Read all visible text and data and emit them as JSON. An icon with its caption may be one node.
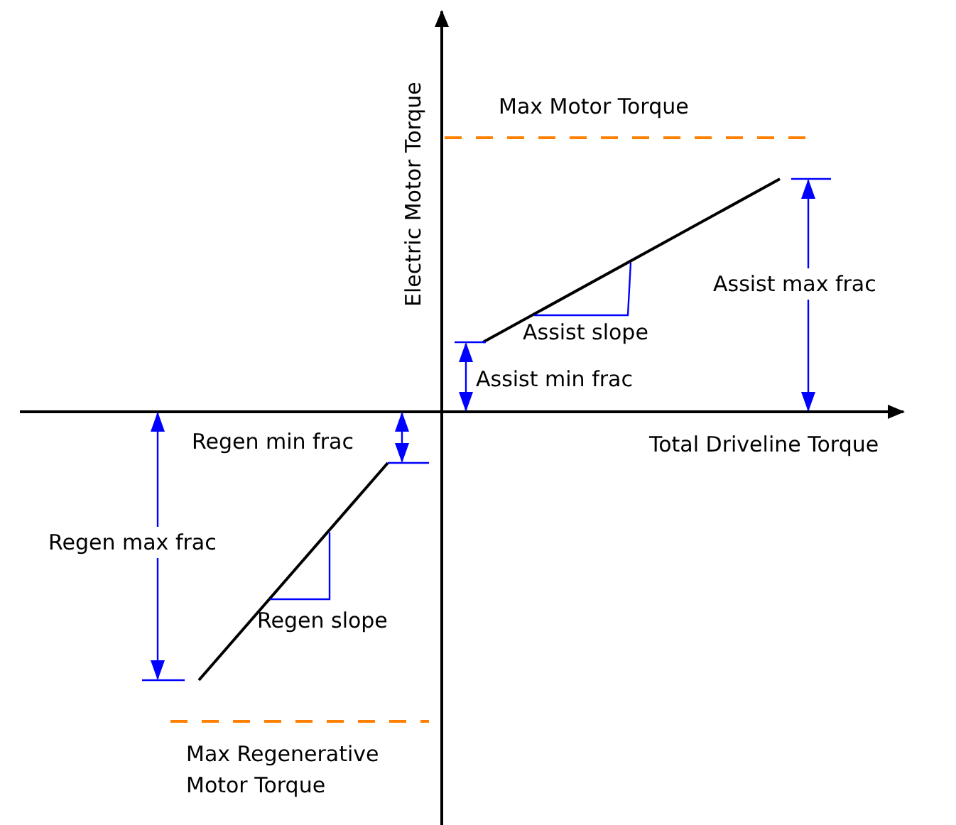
{
  "diagram": {
    "labels": [
      "Electric Motor Torque",
      "Max Motor Torque",
      "Assist max frac",
      "Assist slope",
      "Assist min frac",
      "Regen min frac",
      "Total Driveline Torque",
      "Regen max frac",
      "Regen slope",
      "Max Regenerative Motor Torque"
    ]
  }
}
